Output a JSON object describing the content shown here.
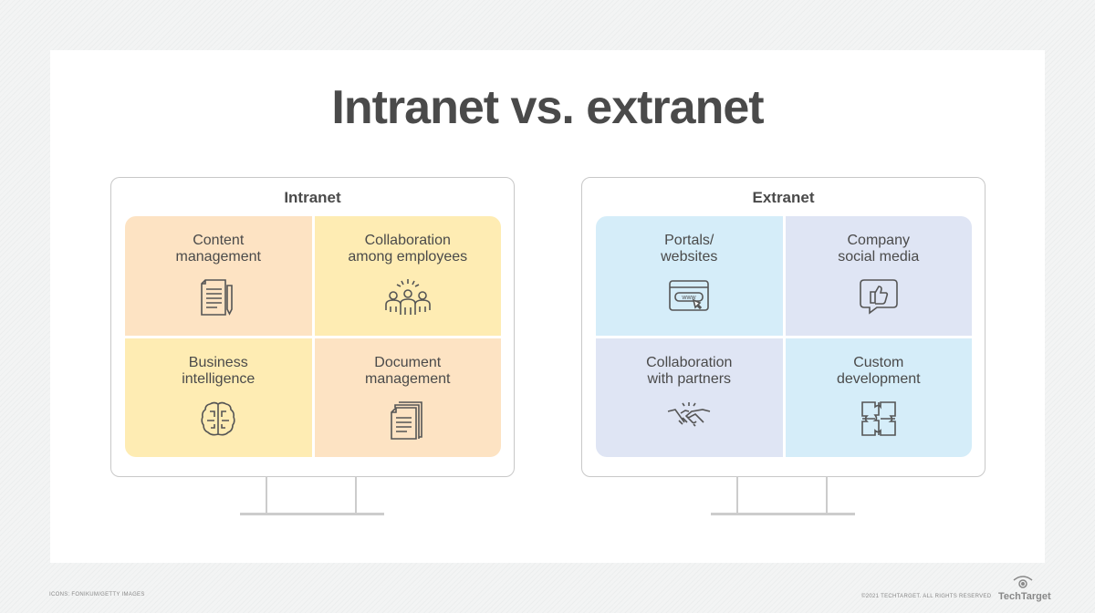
{
  "title": "Intranet vs. extranet",
  "intranet": {
    "title": "Intranet",
    "cells": [
      {
        "label1": "Content",
        "label2": "management",
        "icon": "document-pencil-icon",
        "color": "#fde3c3"
      },
      {
        "label1": "Collaboration",
        "label2": "among employees",
        "icon": "team-icon",
        "color": "#feecb3"
      },
      {
        "label1": "Business",
        "label2": "intelligence",
        "icon": "brain-circuit-icon",
        "color": "#feecb3"
      },
      {
        "label1": "Document",
        "label2": "management",
        "icon": "documents-icon",
        "color": "#fde3c3"
      }
    ]
  },
  "extranet": {
    "title": "Extranet",
    "cells": [
      {
        "label1": "Portals/",
        "label2": "websites",
        "icon": "browser-www-icon",
        "color": "#d5edf9"
      },
      {
        "label1": "Company",
        "label2": "social media",
        "icon": "thumbs-up-bubble-icon",
        "color": "#dfe5f4"
      },
      {
        "label1": "Collaboration",
        "label2": "with partners",
        "icon": "handshake-icon",
        "color": "#dfe5f4"
      },
      {
        "label1": "Custom",
        "label2": "development",
        "icon": "puzzle-icon",
        "color": "#d5edf9"
      }
    ]
  },
  "footer": {
    "credit": "ICONS: FONIKUM/GETTY IMAGES",
    "copyright": "©2021 TECHTARGET. ALL RIGHTS RESERVED",
    "logo": "TechTarget"
  }
}
